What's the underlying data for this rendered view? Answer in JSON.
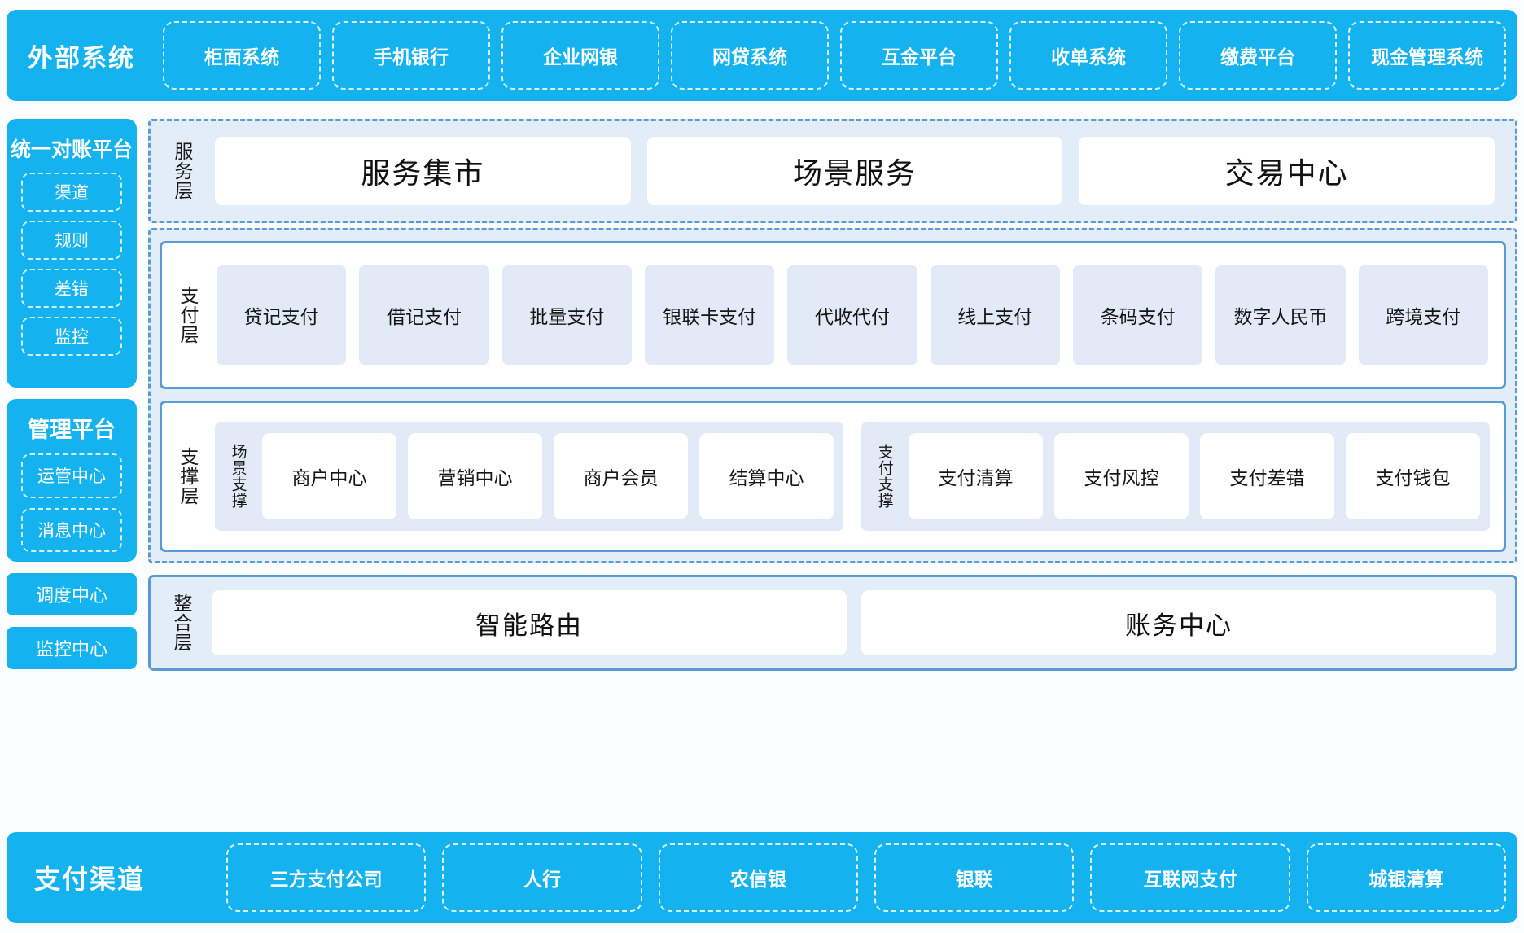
{
  "external_systems": {
    "title": "外部系统",
    "items": [
      "柜面系统",
      "手机银行",
      "企业网银",
      "网贷系统",
      "互金平台",
      "收单系统",
      "缴费平台",
      "现金管理系统"
    ]
  },
  "sidebar": {
    "reconciliation": {
      "title": "统一对账平台",
      "items": [
        "渠道",
        "规则",
        "差错",
        "监控"
      ]
    },
    "management": {
      "title": "管理平台",
      "items": [
        "运管中心",
        "消息中心"
      ]
    },
    "standalone": [
      "调度中心",
      "监控中心"
    ]
  },
  "service_layer": {
    "label": "服务层",
    "cards": [
      "服务集市",
      "场景服务",
      "交易中心"
    ]
  },
  "payment_layer": {
    "label": "支付层",
    "tiles": [
      "贷记支付",
      "借记支付",
      "批量支付",
      "银联卡支付",
      "代收代付",
      "线上支付",
      "条码支付",
      "数字人民币",
      "跨境支付"
    ]
  },
  "support_layer": {
    "label": "支撑层",
    "groups": [
      {
        "label": "场景支撑",
        "tiles": [
          "商户中心",
          "营销中心",
          "商户会员",
          "结算中心"
        ]
      },
      {
        "label": "支付支撑",
        "tiles": [
          "支付清算",
          "支付风控",
          "支付差错",
          "支付钱包"
        ]
      }
    ]
  },
  "integration_layer": {
    "label": "整合层",
    "cards": [
      "智能路由",
      "账务中心"
    ]
  },
  "payment_channels": {
    "title": "支付渠道",
    "items": [
      "三方支付公司",
      "人行",
      "农信银",
      "银联",
      "互联网支付",
      "城银清算"
    ]
  },
  "colors": {
    "cyan": "#14b3f0",
    "panel_border": "#5b9bd5",
    "panel_fill": "#e3edf8",
    "tile_fill": "#e1eaf6",
    "card_fill": "#ffffff"
  }
}
